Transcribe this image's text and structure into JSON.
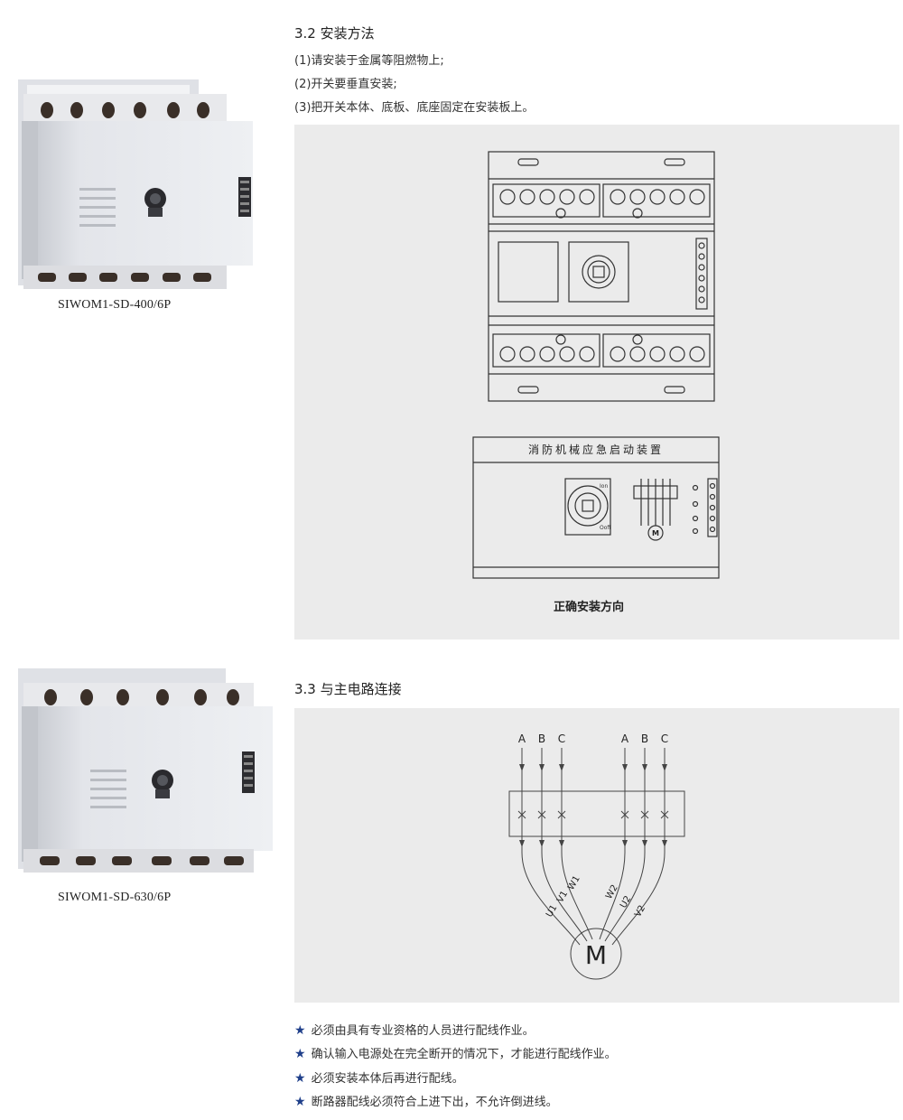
{
  "products": [
    {
      "model": "SIWOM1-SD-400/6P"
    },
    {
      "model": "SIWOM1-SD-630/6P"
    }
  ],
  "install": {
    "title": "3.2 安装方法",
    "steps": [
      "(1)请安装于金属等阻燃物上;",
      "(2)开关要垂直安装;",
      "(3)把开关本体、底板、底座固定在安装板上。"
    ],
    "device_label": "消防机械应急启动装置",
    "knob_on": "Ion",
    "knob_off": "Ooff",
    "motor_symbol": "M",
    "caption": "正确安装方向"
  },
  "circuit": {
    "title": "3.3 与主电路连接",
    "phases_left": [
      "A",
      "B",
      "C"
    ],
    "phases_right": [
      "A",
      "B",
      "C"
    ],
    "leads_left": [
      "U1",
      "V1",
      "W1"
    ],
    "leads_right": [
      "W2",
      "U2",
      "V2"
    ],
    "motor": "M"
  },
  "notes": [
    "必须由具有专业资格的人员进行配线作业。",
    "确认输入电源处在完全断开的情况下，才能进行配线作业。",
    "必须安装本体后再进行配线。",
    "断路器配线必须符合上进下出，不允许倒进线。"
  ],
  "notes_bullet": "★",
  "colors": {
    "panel": "#ebebeb",
    "bullet": "#1f3f8a"
  }
}
